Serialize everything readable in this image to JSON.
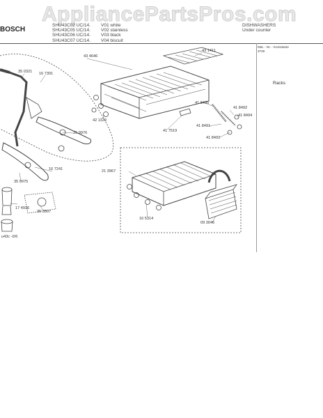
{
  "watermark": "AppliancePartsPros.com",
  "header": {
    "brand": "BOSCH",
    "models": [
      "SHU43C02 UC/14.",
      "SHU43C05 UC/14.",
      "SHU43C06 UC/14.",
      "SHU43C07 UC/14."
    ],
    "variants": [
      "V01 white",
      "V02 stainless",
      "V03 black",
      "V04 biscuit"
    ],
    "category": "DISHWASHERS",
    "subcategory": "Under counter",
    "side_note": "Mat. - Nr. - Komstante",
    "side_code": "3749",
    "section": "Racks"
  },
  "footer": {
    "code": "u43c -0/6"
  },
  "parts": [
    {
      "n": "43 4646"
    },
    {
      "n": "43 1411"
    },
    {
      "n": "35 0321"
    },
    {
      "n": "16 7391"
    },
    {
      "n": "42 1129"
    },
    {
      "n": "41 8495"
    },
    {
      "n": "41 8492"
    },
    {
      "n": "41 8494"
    },
    {
      "n": "41 8491"
    },
    {
      "n": "41 7519"
    },
    {
      "n": "41 8493"
    },
    {
      "n": "35 9976"
    },
    {
      "n": "21 3967"
    },
    {
      "n": "16 7241"
    },
    {
      "n": "35 9975"
    },
    {
      "n": "17 4936"
    },
    {
      "n": "35 3507"
    },
    {
      "n": "16 5314"
    },
    {
      "n": "09 3046"
    }
  ]
}
